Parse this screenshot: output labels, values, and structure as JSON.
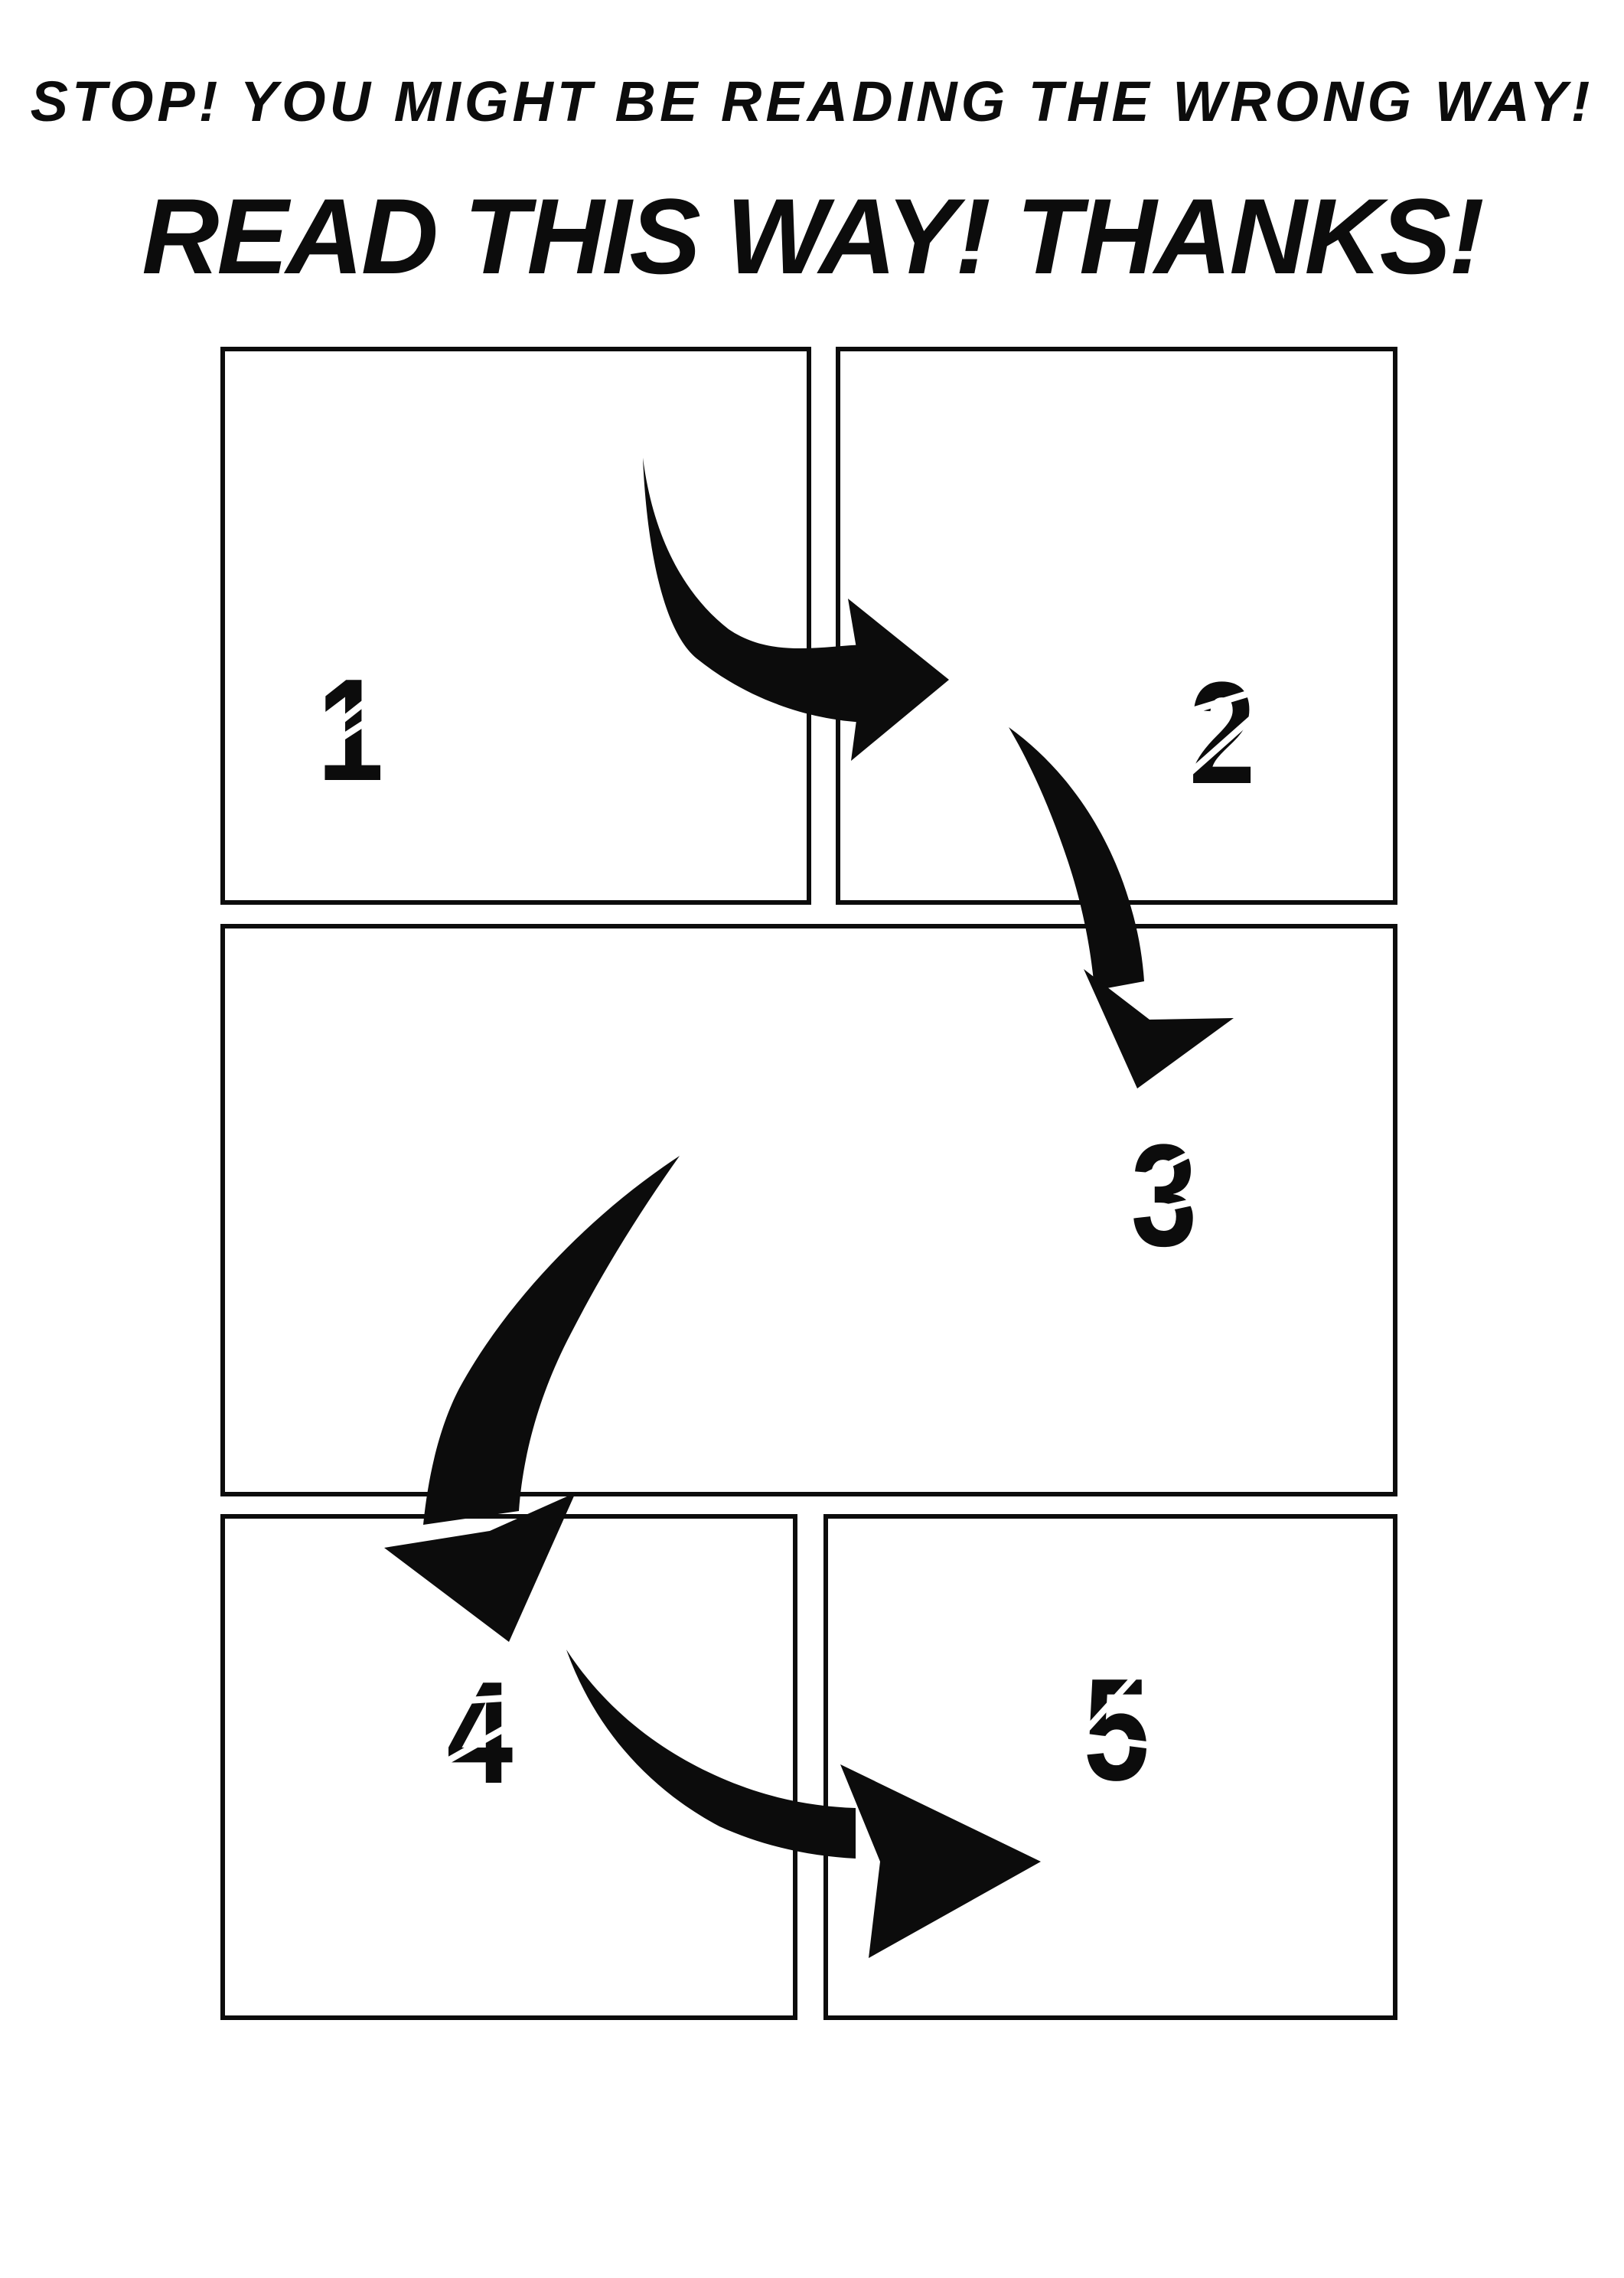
{
  "page": {
    "background_color": "#ffffff",
    "ink_color": "#0c0c0c"
  },
  "header": {
    "warning": "STOP! YOU MIGHT BE READING THE WRONG WAY!",
    "instruction": "READ THIS WAY! THANKS!"
  },
  "panels": [
    {
      "number": "1"
    },
    {
      "number": "2"
    },
    {
      "number": "3"
    },
    {
      "number": "4"
    },
    {
      "number": "5"
    }
  ],
  "arrows": [
    {
      "name": "arrow-1-to-2"
    },
    {
      "name": "arrow-2-to-3"
    },
    {
      "name": "arrow-3-to-4"
    },
    {
      "name": "arrow-4-to-5"
    }
  ]
}
